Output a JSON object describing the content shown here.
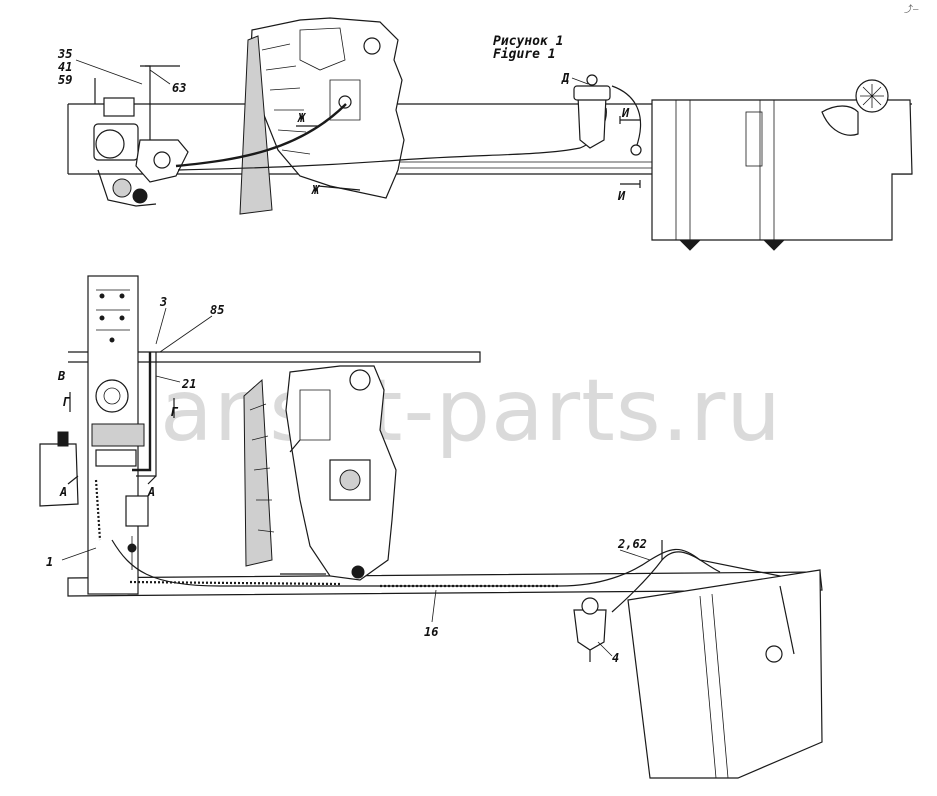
{
  "figure": {
    "title_ru": "Рисунок 1",
    "title_en": "Figure 1"
  },
  "watermark": "ansat-parts.ru",
  "corner_mark": "⤴—",
  "top_view": {
    "callouts": {
      "c35": "35",
      "c41": "41",
      "c59": "59",
      "c63": "63",
      "zh1": "Ж",
      "zh2": "Ж",
      "d": "Д",
      "i1": "И",
      "i2": "И"
    }
  },
  "bottom_view": {
    "callouts": {
      "c3": "3",
      "c85": "85",
      "c21": "21",
      "v": "В",
      "g1": "Г",
      "g2": "Г",
      "a1": "А",
      "a2": "А",
      "c1": "1",
      "c16": "16",
      "c262": "2,62",
      "c4": "4"
    }
  }
}
